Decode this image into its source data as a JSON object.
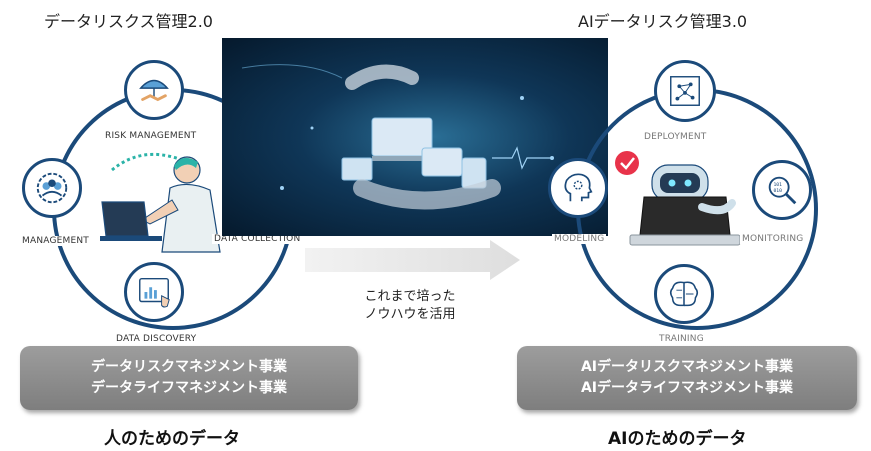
{
  "left": {
    "title": "データリスクス管理2.0",
    "nodes": {
      "risk": "RISK MANAGEMENT",
      "management": "MANAGEMENT",
      "collection": "DATA COLLECTION",
      "discovery": "DATA DISCOVERY"
    },
    "box_lines": [
      "データリスクマネジメント事業",
      "データライフマネジメント事業"
    ],
    "footer": "人のためのデータ"
  },
  "center": {
    "caption_lines": [
      "これまで培った",
      "ノウハウを活用"
    ]
  },
  "right": {
    "title": "AIデータリスク管理3.0",
    "nodes": {
      "deployment": "DEPLOYMENT",
      "modeling": "MODELING",
      "monitoring": "MONITORING",
      "training": "TRAINING"
    },
    "box_lines": [
      "AIデータリスクマネジメント事業",
      "AIデータライフマネジメント事業"
    ],
    "footer": "AIのためのデータ"
  },
  "colors": {
    "ring": "#1b4a7a",
    "box": "#8c8c8c",
    "accent_teal": "#2bb3a8",
    "robot_check": "#e8334a"
  }
}
